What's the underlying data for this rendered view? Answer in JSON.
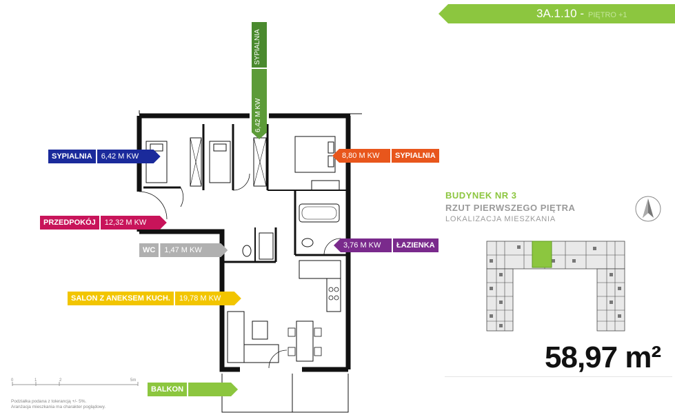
{
  "header": {
    "code": "3A.1.10 -",
    "floor": "PIĘTRO +1"
  },
  "rooms": [
    {
      "name": "SYPIALNIA",
      "area": "6,42 M KW",
      "color": "#1a2a9b"
    },
    {
      "name": "SYPIALNIA",
      "area": "6,42 M KW",
      "color": "#4a8a2e"
    },
    {
      "name": "SYPIALNIA",
      "area": "8,80 M KW",
      "color": "#e8561c"
    },
    {
      "name": "PRZEDPOKÓJ",
      "area": "12,32 M KW",
      "color": "#c8145a"
    },
    {
      "name": "WC",
      "area": "1,47 M KW",
      "color": "#b0b0b0"
    },
    {
      "name": "ŁAZIENKA",
      "area": "3,76 M KW",
      "color": "#7a2a8c"
    },
    {
      "name": "SALON Z ANEKSEM KUCH.",
      "area": "19,78 M KW",
      "color": "#f2c500"
    },
    {
      "name": "BALKON",
      "area": "",
      "color": "#8cc63f"
    }
  ],
  "building": {
    "title": "BUDYNEK NR 3",
    "subtitle": "RZUT PIERWSZEGO PIĘTRA",
    "location_label": "LOKALIZACJA MIESZKANIA"
  },
  "total_area": "58,97 m²",
  "scale": {
    "ticks": [
      "0",
      "1",
      "2",
      "5m"
    ],
    "note_line1": "Podziałka podana z tolerancją +/- 5%.",
    "note_line2": "Aranżacja mieszkania ma charakter poglądowy."
  },
  "icons": {
    "compass": "north-arrow-icon"
  }
}
